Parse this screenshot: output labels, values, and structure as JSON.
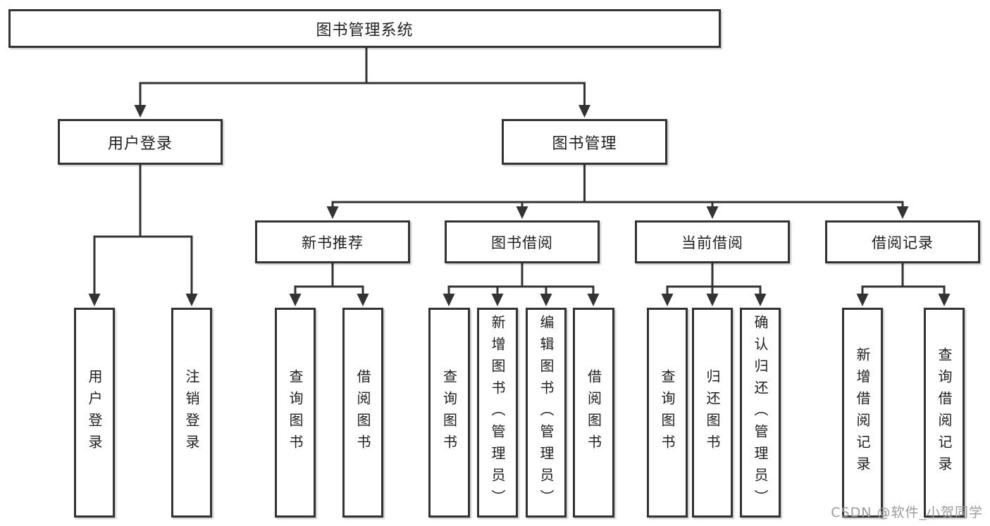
{
  "diagram": {
    "root": {
      "label": "图书管理系统",
      "children": [
        {
          "label": "用户登录",
          "children": [
            {
              "label": "用户登录"
            },
            {
              "label": "注销登录"
            }
          ]
        },
        {
          "label": "图书管理",
          "children": [
            {
              "label": "新书推荐",
              "children": [
                {
                  "label": "查询图书"
                },
                {
                  "label": "借阅图书"
                }
              ]
            },
            {
              "label": "图书借阅",
              "children": [
                {
                  "label": "查询图书"
                },
                {
                  "label": "新增图书（管理员）"
                },
                {
                  "label": "编辑图书（管理员）"
                },
                {
                  "label": "借阅图书"
                }
              ]
            },
            {
              "label": "当前借阅",
              "children": [
                {
                  "label": "查询图书"
                },
                {
                  "label": "归还图书"
                },
                {
                  "label": "确认归还（管理员）"
                }
              ]
            },
            {
              "label": "借阅记录",
              "children": [
                {
                  "label": "新增借阅记录"
                },
                {
                  "label": "查询借阅记录"
                }
              ]
            }
          ]
        }
      ]
    },
    "watermark": "CSDN @软件_小贺同学",
    "colors": {
      "line": "#333333",
      "box_border": "#333333",
      "text": "#1f1f1f",
      "watermark": "#9b9b9b",
      "background": "#ffffff"
    }
  }
}
